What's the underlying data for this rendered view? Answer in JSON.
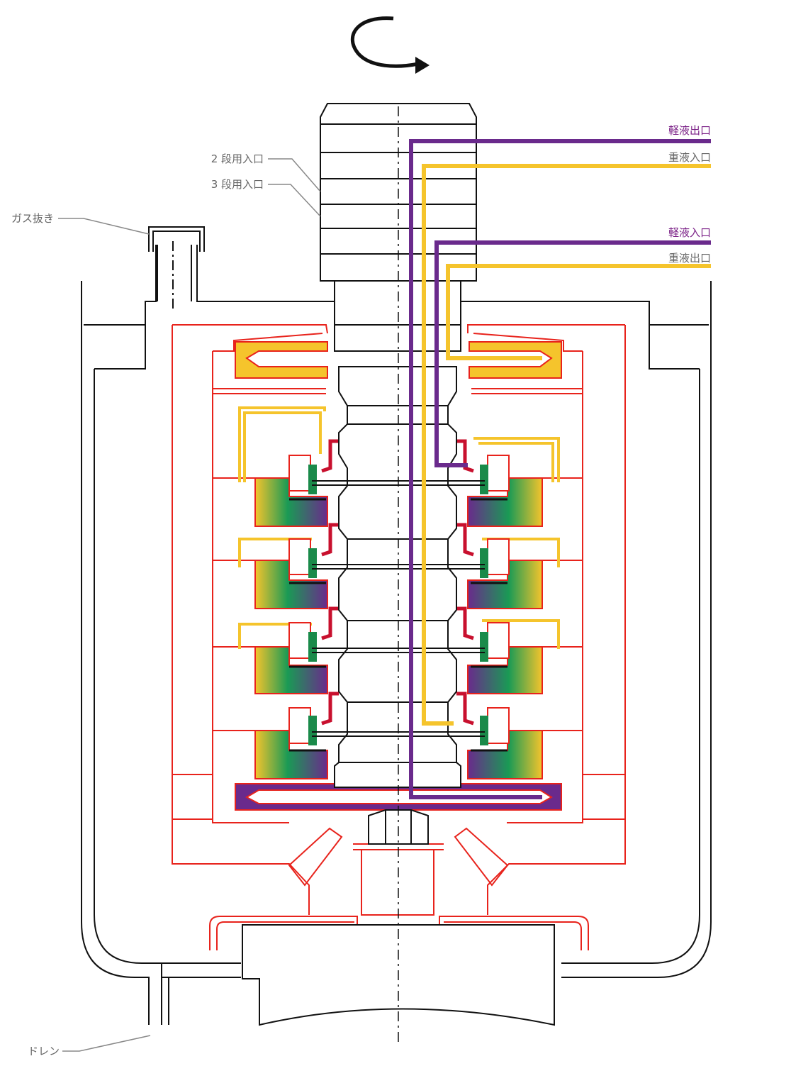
{
  "labels": {
    "light_outlet": "軽液出口",
    "heavy_inlet": "重液入口",
    "light_inlet": "軽液入口",
    "heavy_outlet": "重液出口",
    "stage2_inlet": "2 段用入口",
    "stage3_inlet": "3 段用入口",
    "gas_vent": "ガス抜き",
    "drain": "ドレン"
  },
  "colors": {
    "light_liquid": "#6a2a8c",
    "heavy_liquid": "#f5c42c",
    "casing": "#e8231c",
    "rotor_seal": "#c8102e",
    "mixing_green": "#1a8a4a",
    "label_purple": "#7a1f86",
    "label_gray": "#666666",
    "line_black": "#111111"
  },
  "stages": 4
}
